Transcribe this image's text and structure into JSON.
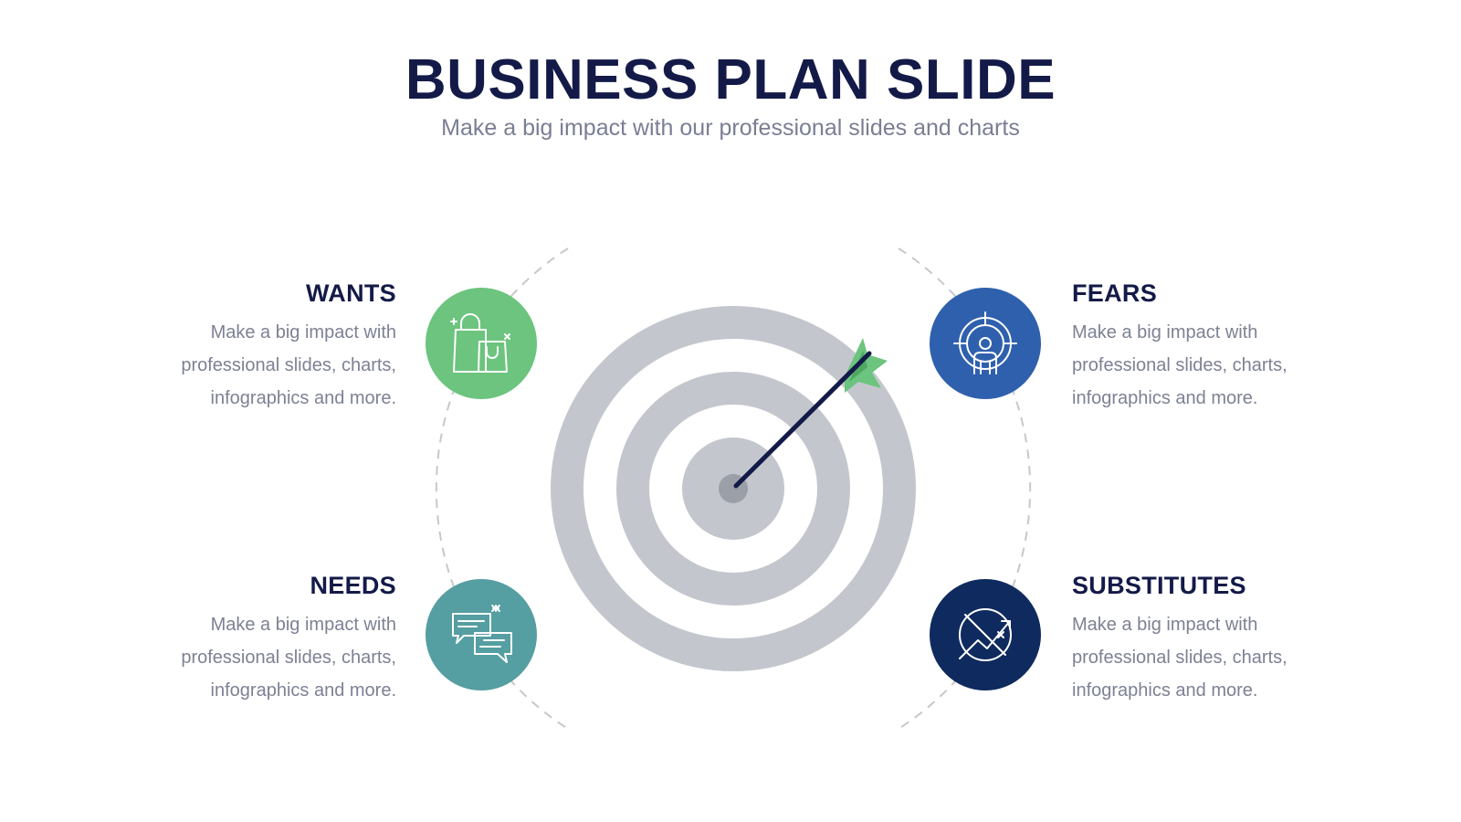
{
  "title": "BUSINESS PLAN SLIDE",
  "subtitle": "Make a big impact with our professional slides and charts",
  "items": [
    {
      "key": "wants",
      "heading": "WANTS",
      "lines": [
        "Make a big impact with",
        "professional slides, charts,",
        "infographics and more."
      ],
      "icon": "shopping-bags-icon",
      "color": "#6cc47e"
    },
    {
      "key": "needs",
      "heading": "NEEDS",
      "lines": [
        "Make a big impact with",
        "professional slides, charts,",
        "infographics and more."
      ],
      "icon": "chat-bubbles-icon",
      "color": "#559ea1"
    },
    {
      "key": "fears",
      "heading": "FEARS",
      "lines": [
        "Make a big impact with",
        "professional slides, charts,",
        "infographics and more."
      ],
      "icon": "targeted-person-icon",
      "color": "#2f60ad"
    },
    {
      "key": "substitutes",
      "heading": "SUBSTITUTES",
      "lines": [
        "Make a big impact with",
        "professional slides, charts,",
        "infographics and more."
      ],
      "icon": "swap-arrows-icon",
      "color": "#0f2a5e"
    }
  ],
  "colors": {
    "title": "#141a48",
    "text": "#7d8194",
    "target_ring": "#c3c7cd",
    "bullseye_center": "#9a9fa8",
    "arrow": "#141a48",
    "fletching": "#6cc47e",
    "dashed_guide": "#c8c8c8"
  }
}
